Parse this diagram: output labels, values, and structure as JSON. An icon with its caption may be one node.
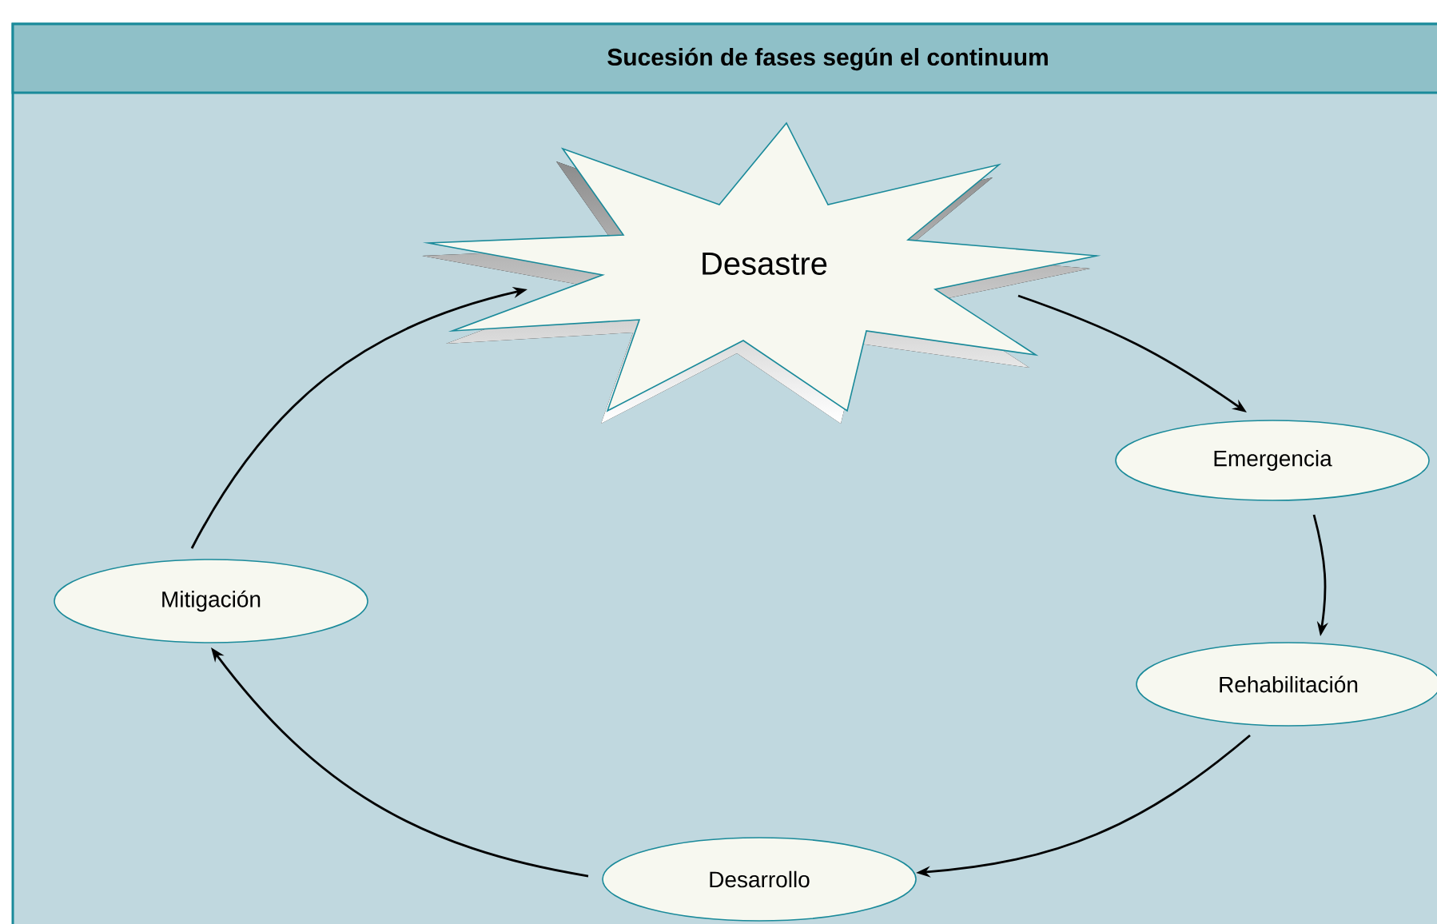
{
  "diagram": {
    "title": "Sucesión de fases según el continuum",
    "nodes": [
      {
        "text": [
          "Desastre"
        ]
      },
      {
        "text": [
          "Emergencia"
        ]
      },
      {
        "text": [
          "Rehabilitación"
        ]
      },
      {
        "text": [
          "Desarrollo"
        ]
      },
      {
        "text": [
          "Mitigación"
        ]
      }
    ],
    "edges": [
      {
        "from": 0,
        "to": 1,
        "arrow": "to"
      },
      {
        "from": 1,
        "to": 2,
        "arrow": "to"
      },
      {
        "from": 2,
        "to": 3,
        "arrow": "to"
      },
      {
        "from": 3,
        "to": 4,
        "arrow": "to"
      },
      {
        "from": 4,
        "to": 0,
        "arrow": "to"
      }
    ]
  }
}
